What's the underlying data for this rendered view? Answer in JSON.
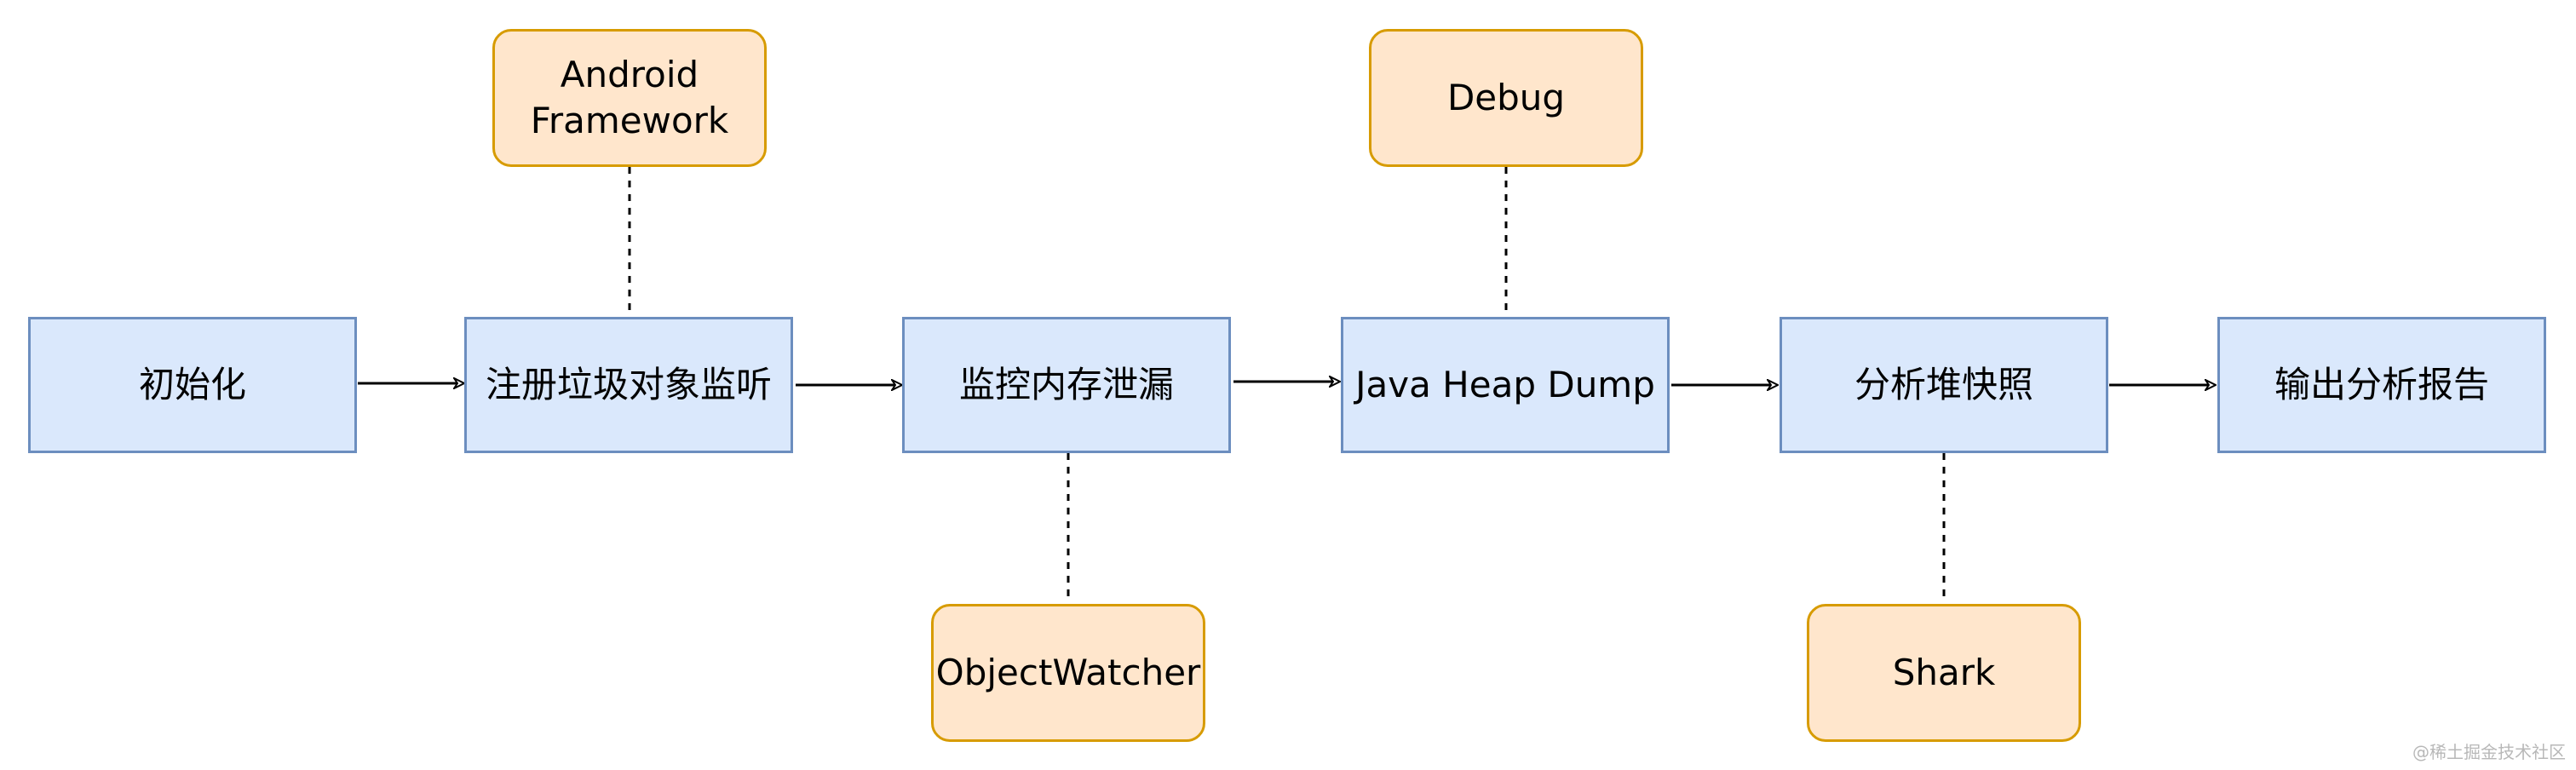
{
  "steps": [
    {
      "id": "init",
      "label": "初始化"
    },
    {
      "id": "register",
      "label": "注册垃圾对象监听"
    },
    {
      "id": "monitor",
      "label": "监控内存泄漏"
    },
    {
      "id": "dump",
      "label": "Java Heap Dump"
    },
    {
      "id": "analyze",
      "label": "分析堆快照"
    },
    {
      "id": "report",
      "label": "输出分析报告"
    }
  ],
  "components": [
    {
      "id": "android-framework",
      "label": "Android\nFramework",
      "attached_to": "register",
      "position": "above"
    },
    {
      "id": "debug",
      "label": "Debug",
      "attached_to": "dump",
      "position": "above"
    },
    {
      "id": "object-watcher",
      "label": "ObjectWatcher",
      "attached_to": "monitor",
      "position": "below"
    },
    {
      "id": "shark",
      "label": "Shark",
      "attached_to": "analyze",
      "position": "below"
    }
  ],
  "edges": [
    {
      "from": "init",
      "to": "register",
      "style": "arrow"
    },
    {
      "from": "register",
      "to": "monitor",
      "style": "arrow"
    },
    {
      "from": "monitor",
      "to": "dump",
      "style": "arrow"
    },
    {
      "from": "dump",
      "to": "analyze",
      "style": "arrow"
    },
    {
      "from": "analyze",
      "to": "report",
      "style": "arrow"
    },
    {
      "from": "android-framework",
      "to": "register",
      "style": "dashed"
    },
    {
      "from": "debug",
      "to": "dump",
      "style": "dashed"
    },
    {
      "from": "monitor",
      "to": "object-watcher",
      "style": "dashed"
    },
    {
      "from": "analyze",
      "to": "shark",
      "style": "dashed"
    }
  ],
  "colors": {
    "step_fill": "#dae8fc",
    "step_border": "#6c8ebf",
    "component_fill": "#ffe6cc",
    "component_border": "#d79b00",
    "line": "#000000"
  },
  "watermark": "@稀土掘金技术社区"
}
